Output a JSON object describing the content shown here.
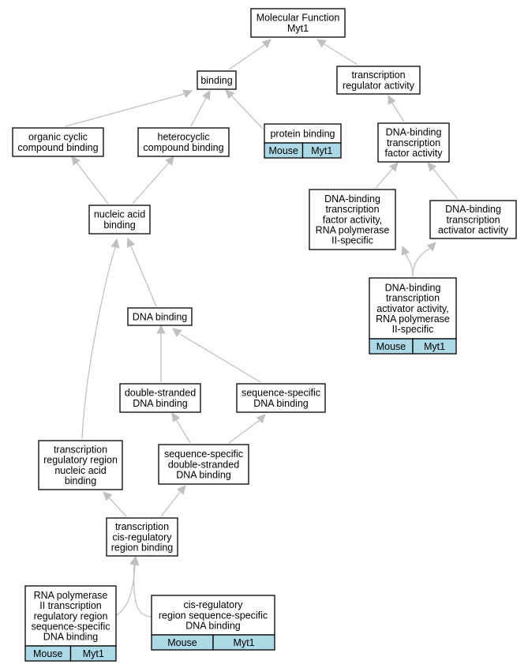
{
  "nodes": {
    "mf": {
      "lines": [
        "Molecular Function",
        "Myt1"
      ]
    },
    "binding": {
      "lines": [
        "binding"
      ]
    },
    "tra": {
      "lines": [
        "transcription",
        "regulator activity"
      ]
    },
    "occb": {
      "lines": [
        "organic cyclic",
        "compound binding"
      ]
    },
    "hcb": {
      "lines": [
        "heterocyclic",
        "compound binding"
      ]
    },
    "pb": {
      "lines": [
        "protein binding"
      ],
      "annotation": {
        "species": "Mouse",
        "gene": "Myt1"
      }
    },
    "dbtfa": {
      "lines": [
        "DNA-binding",
        "transcription",
        "factor activity"
      ]
    },
    "nab": {
      "lines": [
        "nucleic acid",
        "binding"
      ]
    },
    "dbtfa2": {
      "lines": [
        "DNA-binding",
        "transcription",
        "factor activity,",
        "RNA polymerase",
        "II-specific"
      ]
    },
    "dbtaa": {
      "lines": [
        "DNA-binding",
        "transcription",
        "activator activity"
      ]
    },
    "dbtaa2": {
      "lines": [
        "DNA-binding",
        "transcription",
        "activator activity,",
        "RNA polymerase",
        "II-specific"
      ],
      "annotation": {
        "species": "Mouse",
        "gene": "Myt1"
      }
    },
    "dnab": {
      "lines": [
        "DNA binding"
      ]
    },
    "dsdb": {
      "lines": [
        "double-stranded",
        "DNA binding"
      ]
    },
    "ssdb": {
      "lines": [
        "sequence-specific",
        "DNA binding"
      ]
    },
    "trrnab": {
      "lines": [
        "transcription",
        "regulatory region",
        "nucleic acid",
        "binding"
      ]
    },
    "ssdsdb": {
      "lines": [
        "sequence-specific",
        "double-stranded",
        "DNA binding"
      ]
    },
    "tcrrb": {
      "lines": [
        "transcription",
        "cis-regulatory",
        "region binding"
      ]
    },
    "rnap": {
      "lines": [
        "RNA polymerase",
        "II transcription",
        "regulatory region",
        "sequence-specific",
        "DNA binding"
      ],
      "annotation": {
        "species": "Mouse",
        "gene": "Myt1"
      }
    },
    "crss": {
      "lines": [
        "cis-regulatory",
        "region sequence-specific",
        "DNA binding"
      ],
      "annotation": {
        "species": "Mouse",
        "gene": "Myt1"
      }
    }
  },
  "edges": [
    {
      "from": "binding",
      "to": "mf"
    },
    {
      "from": "tra",
      "to": "mf"
    },
    {
      "from": "occb",
      "to": "binding"
    },
    {
      "from": "hcb",
      "to": "binding"
    },
    {
      "from": "pb",
      "to": "binding"
    },
    {
      "from": "dbtfa",
      "to": "tra"
    },
    {
      "from": "nab",
      "to": "occb"
    },
    {
      "from": "nab",
      "to": "hcb"
    },
    {
      "from": "dbtfa2",
      "to": "dbtfa"
    },
    {
      "from": "dbtaa",
      "to": "dbtfa"
    },
    {
      "from": "dbtaa2",
      "to": "dbtfa2"
    },
    {
      "from": "dbtaa2",
      "to": "dbtaa"
    },
    {
      "from": "dnab",
      "to": "nab"
    },
    {
      "from": "trrnab",
      "to": "nab"
    },
    {
      "from": "dsdb",
      "to": "dnab"
    },
    {
      "from": "ssdb",
      "to": "dnab"
    },
    {
      "from": "ssdsdb",
      "to": "dsdb"
    },
    {
      "from": "ssdsdb",
      "to": "ssdb"
    },
    {
      "from": "tcrrb",
      "to": "trrnab"
    },
    {
      "from": "tcrrb",
      "to": "ssdsdb"
    },
    {
      "from": "rnap",
      "to": "tcrrb"
    },
    {
      "from": "crss",
      "to": "tcrrb"
    }
  ],
  "colors": {
    "annotation_fill": "#add8e6",
    "edge": "#c0c0c0",
    "node_border": "#000000",
    "background": "#ffffff"
  }
}
